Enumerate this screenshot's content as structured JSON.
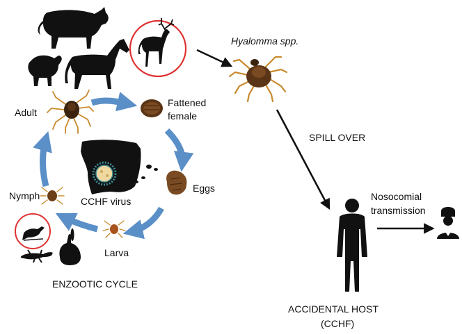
{
  "colors": {
    "cycle_arrow": "#5b8fc7",
    "highlight_circle": "#e03131",
    "silhouette": "#111111",
    "tick_body": "#5a3416",
    "tick_legs": "#c98a2e",
    "virus_fill": "#f0d9a0",
    "virus_ring": "#3c8c95"
  },
  "labels": {
    "hyalomma": "Hyalomma spp.",
    "adult": "Adult",
    "fattened_line1": "Fattened",
    "fattened_line2": "female",
    "eggs": "Eggs",
    "nymph": "Nymph",
    "larva": "Larva",
    "virus": "CCHF virus",
    "enzootic": "ENZOOTIC CYCLE",
    "spill": "SPILL OVER",
    "nosocomial_line1": "Nosocomial",
    "nosocomial_line2": "transmission",
    "host_line1": "ACCIDENTAL HOST",
    "host_line2": "(CCHF)"
  },
  "icons": {
    "cow": "cow-silhouette-icon",
    "sheep": "sheep-silhouette-icon",
    "horse": "horse-silhouette-icon",
    "deer": "deer-silhouette-icon",
    "bird": "bird-silhouette-icon",
    "lizard": "lizard-silhouette-icon",
    "rabbit": "rabbit-silhouette-icon",
    "spain_map": "spain-map-icon",
    "virus": "virus-particle-icon",
    "human": "human-silhouette-icon",
    "health_worker": "health-worker-icon"
  }
}
